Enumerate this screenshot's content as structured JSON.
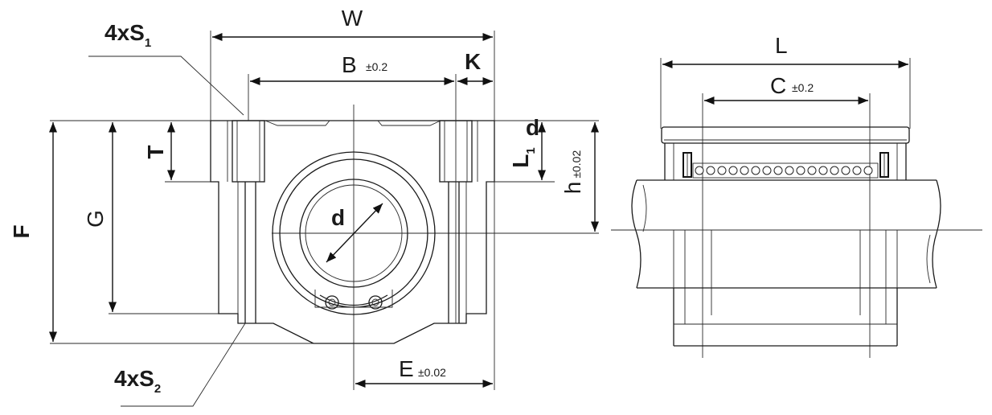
{
  "labels": {
    "W": "W",
    "B": "B",
    "B_tol": "±0.2",
    "K": "K",
    "S1_prefix": "4xS",
    "S1_sub": "1",
    "S2_prefix": "4xS",
    "S2_sub": "2",
    "T": "T",
    "G": "G",
    "F": "F",
    "d_top": "d",
    "L1": "L",
    "L1_sub": "1",
    "h": "h",
    "h_tol": "±0.02",
    "d_bore": "d",
    "E": "E",
    "E_tol": "±0.02",
    "L": "L",
    "C": "C",
    "C_tol": "±0.2"
  },
  "colors": {
    "line": "#1a1a1a",
    "background": "#ffffff"
  }
}
